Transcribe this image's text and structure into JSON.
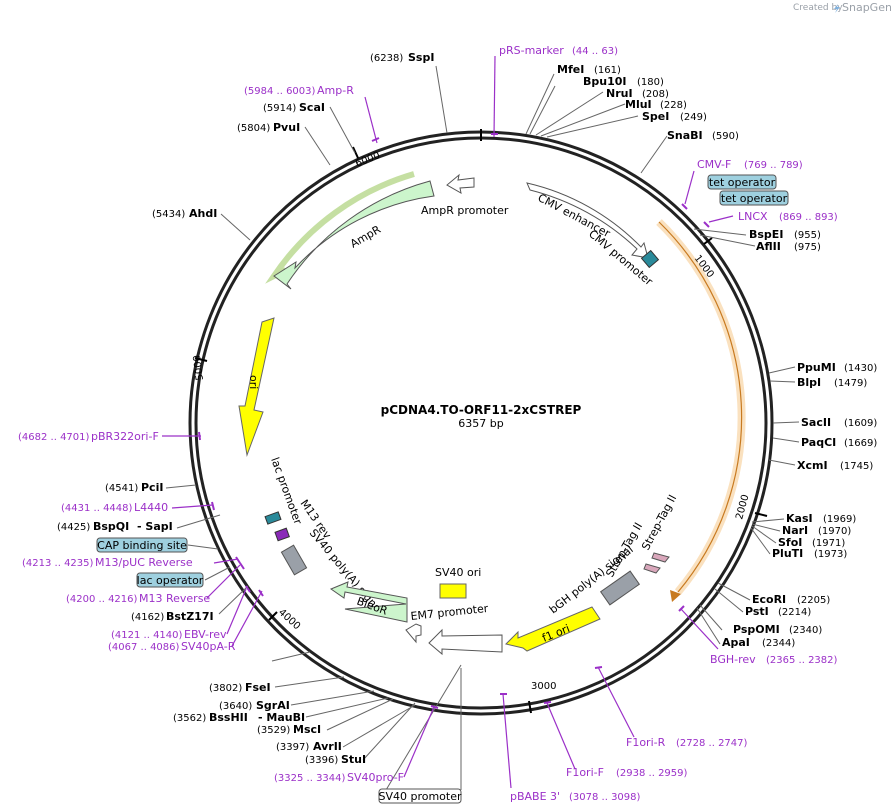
{
  "credit": {
    "prefix": "Created by",
    "brand": "SnapGene"
  },
  "plasmid": {
    "name": "pCDNA4.TO-ORF11-2xCSTREP",
    "size": "6357 bp",
    "length": 6357
  },
  "ticks": [
    {
      "pos": 1000,
      "label": "1000"
    },
    {
      "pos": 2000,
      "label": "2000"
    },
    {
      "pos": 3000,
      "label": "3000"
    },
    {
      "pos": 4000,
      "label": "4000"
    },
    {
      "pos": 5000,
      "label": "5000"
    },
    {
      "pos": 6000,
      "label": "6000"
    }
  ],
  "sites": [
    {
      "name": "SspI",
      "pos": "(6238)"
    },
    {
      "name": "MfeI",
      "pos": "(161)"
    },
    {
      "name": "Bpu10I",
      "pos": "(180)"
    },
    {
      "name": "NruI",
      "pos": "(208)"
    },
    {
      "name": "MluI",
      "pos": "(228)"
    },
    {
      "name": "SpeI",
      "pos": "(249)"
    },
    {
      "name": "SnaBI",
      "pos": "(590)"
    },
    {
      "name": "BspEI",
      "pos": "(955)"
    },
    {
      "name": "AflII",
      "pos": "(975)"
    },
    {
      "name": "PpuMI",
      "pos": "(1430)"
    },
    {
      "name": "BlpI",
      "pos": "(1479)"
    },
    {
      "name": "SacII",
      "pos": "(1609)"
    },
    {
      "name": "PaqCI",
      "pos": "(1669)"
    },
    {
      "name": "XcmI",
      "pos": "(1745)"
    },
    {
      "name": "KasI",
      "pos": "(1969)"
    },
    {
      "name": "NarI",
      "pos": "(1970)"
    },
    {
      "name": "SfoI",
      "pos": "(1971)"
    },
    {
      "name": "PluTI",
      "pos": "(1973)"
    },
    {
      "name": "EcoRI",
      "pos": "(2205)"
    },
    {
      "name": "PstI",
      "pos": "(2214)"
    },
    {
      "name": "PspOMI",
      "pos": "(2340)"
    },
    {
      "name": "ApaI",
      "pos": "(2344)"
    },
    {
      "name": "StuI",
      "pos": "(3396)"
    },
    {
      "name": "AvrII",
      "pos": "(3397)"
    },
    {
      "name": "MscI",
      "pos": "(3529)"
    },
    {
      "name": "BssHII",
      "pos": "(3562)"
    },
    {
      "name": "- MauBI",
      "pos": ""
    },
    {
      "name": "SgrAI",
      "pos": "(3640)"
    },
    {
      "name": "FseI",
      "pos": "(3802)"
    },
    {
      "name": "BstZ17I",
      "pos": "(4162)"
    },
    {
      "name": "BspQI",
      "pos": "(4425)"
    },
    {
      "name": "- SapI",
      "pos": ""
    },
    {
      "name": "PciI",
      "pos": "(4541)"
    },
    {
      "name": "AhdI",
      "pos": "(5434)"
    },
    {
      "name": "PvuI",
      "pos": "(5804)"
    },
    {
      "name": "ScaI",
      "pos": "(5914)"
    }
  ],
  "primers": [
    {
      "name": "pRS-marker",
      "pos": "(44 .. 63)"
    },
    {
      "name": "Amp-R",
      "pos": "(5984 .. 6003)"
    },
    {
      "name": "CMV-F",
      "pos": "(769 .. 789)"
    },
    {
      "name": "LNCX",
      "pos": "(869 .. 893)"
    },
    {
      "name": "pBR322ori-F",
      "pos": "(4682 .. 4701)"
    },
    {
      "name": "L4440",
      "pos": "(4431 .. 4448)"
    },
    {
      "name": "M13/pUC Reverse",
      "pos": "(4213 .. 4235)"
    },
    {
      "name": "M13 Reverse",
      "pos": "(4200 .. 4216)"
    },
    {
      "name": "EBV-rev",
      "pos": "(4121 .. 4140)"
    },
    {
      "name": "SV40pA-R",
      "pos": "(4067 .. 4086)"
    },
    {
      "name": "SV40pro-F",
      "pos": "(3325 .. 3344)"
    },
    {
      "name": "pBABE 3'",
      "pos": "(3078 .. 3098)"
    },
    {
      "name": "F1ori-F",
      "pos": "(2938 .. 2959)"
    },
    {
      "name": "F1ori-R",
      "pos": "(2728 .. 2747)"
    },
    {
      "name": "BGH-rev",
      "pos": "(2365 .. 2382)"
    }
  ],
  "boxed_labels": [
    {
      "text": "tet operator"
    },
    {
      "text": "tet operator"
    },
    {
      "text": "CAP binding site"
    },
    {
      "text": "lac operator"
    },
    {
      "text": "SV40 promoter"
    }
  ],
  "features": [
    {
      "label": "CMV enhancer"
    },
    {
      "label": "CMV promoter"
    },
    {
      "label": "AmpR promoter"
    },
    {
      "label": "AmpR"
    },
    {
      "label": "ori"
    },
    {
      "label": "lac promoter"
    },
    {
      "label": "M13 rev"
    },
    {
      "label": "SV40 poly(A) signal"
    },
    {
      "label": "BleoR"
    },
    {
      "label": "EM7 promoter"
    },
    {
      "label": "SV40 ori"
    },
    {
      "label": "f1 ori"
    },
    {
      "label": "bGH poly(A) signal"
    },
    {
      "label": "Strep-Tag II"
    },
    {
      "label": "Strep-Tag II"
    }
  ],
  "colors": {
    "primer": "#9b30c8",
    "ampr": "#ccf5cc",
    "ori": "#ffff00",
    "orf_highlight": "#f5b05a",
    "feature_box": "#9ed0df"
  }
}
